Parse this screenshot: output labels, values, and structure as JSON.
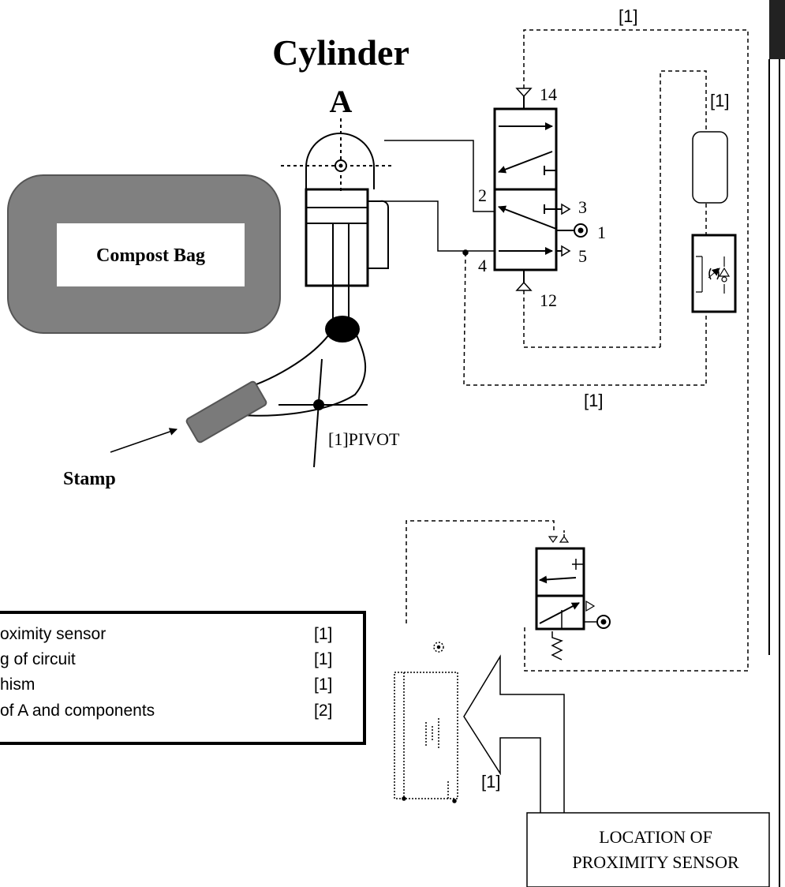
{
  "cylinder": {
    "title": "Cylinder",
    "letter": "A"
  },
  "compost_bag": {
    "label": "Compost Bag"
  },
  "stamp": {
    "label": "Stamp"
  },
  "pivot": {
    "label": "[1]PIVOT"
  },
  "main_valve": {
    "ports": {
      "p14": "14",
      "p2": "2",
      "p3": "3",
      "p1": "1",
      "p5": "5",
      "p4": "4",
      "p12": "12"
    }
  },
  "marks": {
    "top_line": "[1]",
    "right_line": "[1]",
    "bottom_line": "[1]",
    "sensor_arrow": "[1]"
  },
  "marking_box": {
    "items": [
      {
        "text": "oximity sensor",
        "mark": "[1]"
      },
      {
        "text": "g of circuit",
        "mark": "[1]"
      },
      {
        "text": "hism",
        "mark": "[1]"
      },
      {
        "text": "of A and components",
        "mark": "[2]"
      }
    ]
  },
  "location_box": {
    "line1": "LOCATION OF",
    "line2": "PROXIMITY SENSOR"
  },
  "colors": {
    "ink": "#000000",
    "bag": "#808080",
    "stamp": "#7a7a7a",
    "paper": "#ffffff"
  }
}
